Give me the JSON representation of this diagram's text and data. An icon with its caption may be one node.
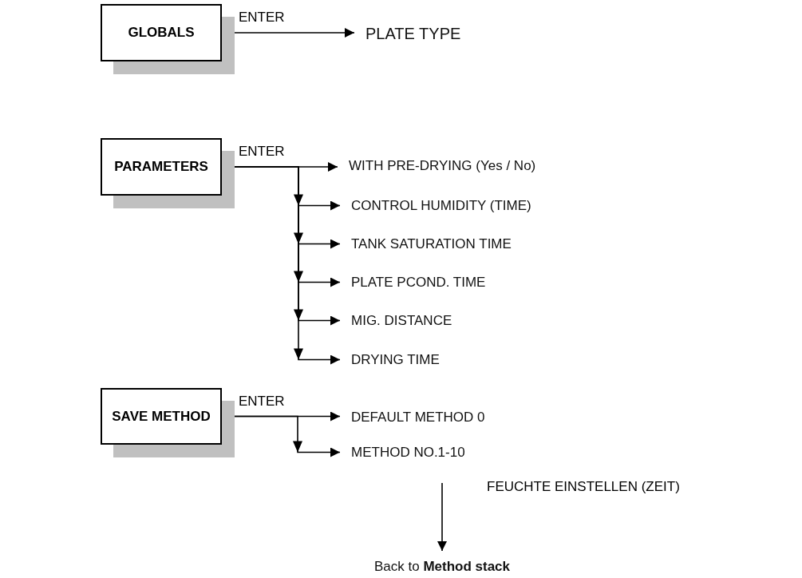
{
  "diagram": {
    "nodes": [
      {
        "text": [
          "GLOBALS"
        ]
      },
      {
        "text": [
          "PLATE TYPE"
        ]
      },
      {
        "text": [
          "PARAMETERS"
        ]
      },
      {
        "text": [
          "WITH PRE-DRYING (Yes / No)"
        ]
      },
      {
        "text": [
          "CONTROL HUMIDITY (TIME)"
        ]
      },
      {
        "text": [
          "TANK SATURATION TIME"
        ]
      },
      {
        "text": [
          "PLATE PCOND. TIME"
        ]
      },
      {
        "text": [
          "MIG. DISTANCE"
        ]
      },
      {
        "text": [
          "DRYING TIME"
        ]
      },
      {
        "text": [
          "SAVE METHOD"
        ]
      },
      {
        "text": [
          "DEFAULT METHOD 0"
        ]
      },
      {
        "text": [
          "METHOD NO.1-10"
        ]
      },
      {
        "text": [
          "Back to **Method stack**"
        ]
      }
    ],
    "edges": [
      {
        "from": 0,
        "to": 1,
        "arrow": "to",
        "label": "ENTER"
      },
      {
        "from": 2,
        "to": 3,
        "arrow": "to",
        "label": "ENTER"
      },
      {
        "from": 2,
        "to": 4,
        "arrow": "to"
      },
      {
        "from": 2,
        "to": 5,
        "arrow": "to"
      },
      {
        "from": 2,
        "to": 6,
        "arrow": "to"
      },
      {
        "from": 2,
        "to": 7,
        "arrow": "to"
      },
      {
        "from": 2,
        "to": 8,
        "arrow": "to"
      },
      {
        "from": 9,
        "to": 10,
        "arrow": "to",
        "label": "ENTER"
      },
      {
        "from": 9,
        "to": 11,
        "arrow": "to"
      },
      {
        "from": null,
        "to": 12,
        "arrow": "to"
      }
    ],
    "labels": [
      "FEUCHTE EINSTELLEN (ZEIT)"
    ]
  }
}
